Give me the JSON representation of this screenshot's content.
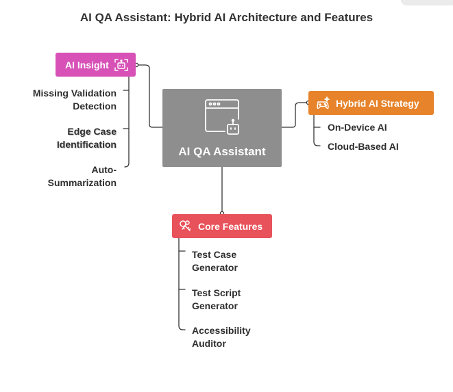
{
  "title": "AI QA Assistant: Hybrid AI Architecture and Features",
  "center": {
    "label": "AI QA Assistant",
    "icon": "app-window-robot-icon"
  },
  "ai_insight": {
    "label": "AI Insight",
    "icon": "robot-scan-icon",
    "color": "#d751b6",
    "items": [
      {
        "line1": "Missing Validation",
        "line2": "Detection"
      },
      {
        "line1": "Edge Case",
        "line2": "Identification"
      },
      {
        "line1": "Auto-",
        "line2": "Summarization"
      }
    ]
  },
  "hybrid_strategy": {
    "label": "Hybrid AI Strategy",
    "icon": "gamepad-sparkle-icon",
    "color": "#e7832a",
    "items": [
      {
        "line1": "On-Device AI"
      },
      {
        "line1": "Cloud-Based AI"
      }
    ]
  },
  "core_features": {
    "label": "Core Features",
    "icon": "keys-icon",
    "color": "#e8525a",
    "items": [
      {
        "line1": "Test Case",
        "line2": "Generator"
      },
      {
        "line1": "Test Script",
        "line2": "Generator"
      },
      {
        "line1": "Accessibility",
        "line2": "Auditor"
      }
    ]
  },
  "center_color": "#8e8e8e"
}
